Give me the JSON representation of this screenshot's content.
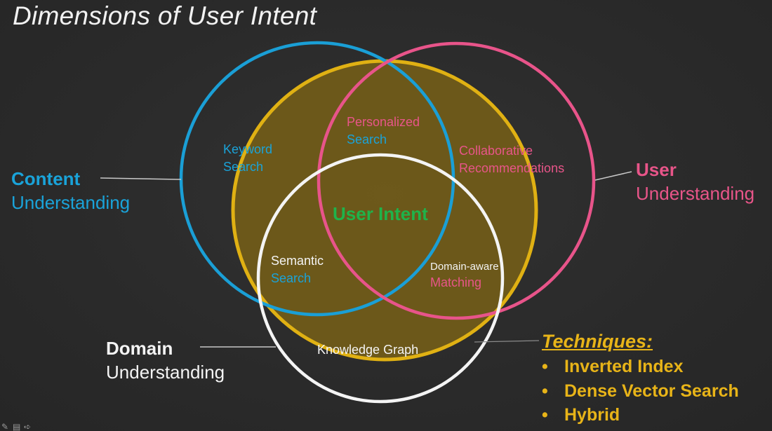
{
  "slide": {
    "title": "Dimensions of User Intent"
  },
  "colors": {
    "content": "#1aa3d9",
    "user": "#e85589",
    "domain": "#f4f4f4",
    "intent": "#e8b418",
    "intent_text": "#1fb34a",
    "background": "#2b2b2b"
  },
  "circles": {
    "content": {
      "head": "Content",
      "sub": "Understanding"
    },
    "user": {
      "head": "User",
      "sub": "Understanding"
    },
    "domain": {
      "head": "Domain",
      "sub": "Understanding"
    },
    "intent": {
      "label": "User Intent"
    }
  },
  "regions": {
    "keyword": {
      "line1": "Keyword",
      "line2": "Search"
    },
    "personalized": {
      "line1": "Personalized",
      "line2": "Search"
    },
    "collaborative": {
      "line1": "Collaborative",
      "line2": "Recommendations"
    },
    "semantic": {
      "line1": "Semantic",
      "line2": "Search"
    },
    "domain_aware": {
      "line1": "Domain-aware",
      "line2": "Matching"
    },
    "knowledge_graph": {
      "label": "Knowledge Graph"
    }
  },
  "techniques": {
    "heading": "Techniques:",
    "items": [
      "Inverted Index",
      "Dense Vector Search",
      "Hybrid"
    ]
  },
  "toolbar": {
    "icons": [
      "pen-icon",
      "notes-icon",
      "navigate-icon"
    ]
  }
}
